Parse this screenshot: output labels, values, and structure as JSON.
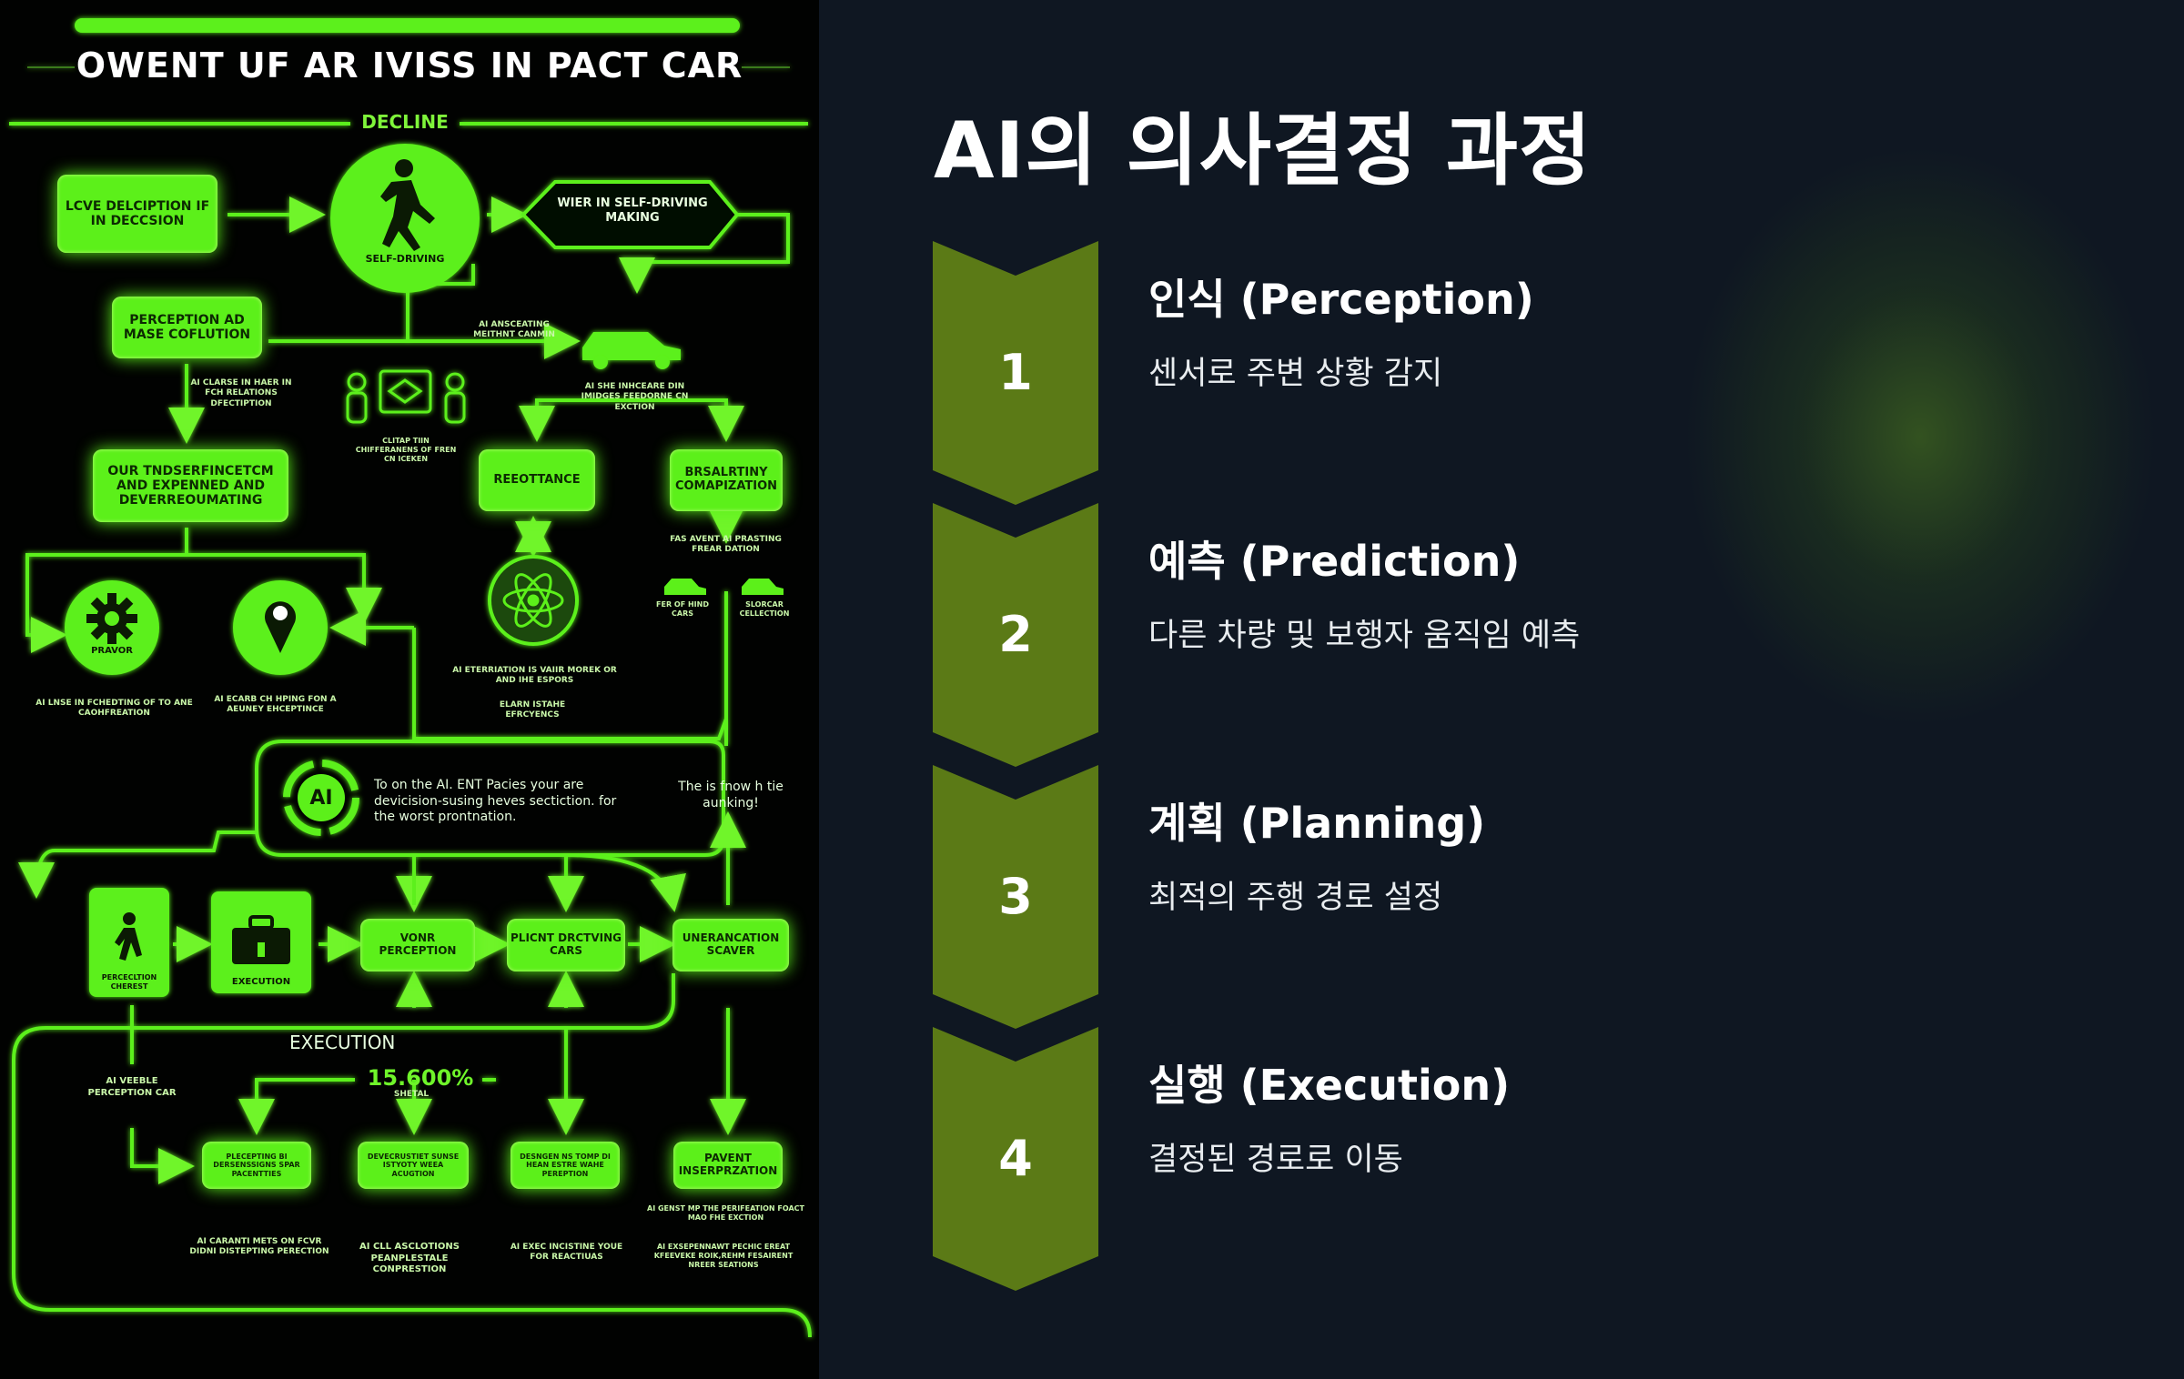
{
  "infographic": {
    "title": "OWENT UF AR IVISS IN PACT CAR",
    "decline": "DECLINE",
    "love_box": "LCVE DELCIPTION IF IN DECCSION",
    "self_driving": "SELF-DRIVING",
    "hex_box": "WIER IN SELF-DRIVING MAKING",
    "perception_box": "PERCEPTION AD MASE COFLUTION",
    "ai_anscating": "AI ANSCEATING MEITHNT CANMIN",
    "ai_clarse": "AI CLARSE IN HAER IN FCH RELATIONS DFECTIPTION",
    "clitar": "CLITAP TIIN CHIFFERANENS OF FREN CN ICEKEN",
    "ai_shi": "AI SHE INHCEARE DIN IMIDGES FEEDORNE CN EXCTION",
    "our_box": "OUR TNDSERFINCETCM AND EXPENNED AND DEVERREOUMATING",
    "reeot_box": "REEOTTANCE",
    "brsalr_box": "BRSALRTINY COMAPIZATION",
    "fas_avent": "FAS AVENT AI PRASTING FREAR DATION",
    "pravor": "PRAVOR",
    "ai_lnse": "AI LNSE IN FCHEDTING OF TO ANE CAOHFREATION",
    "ai_ecarb": "AI ECARB CH HPING FON A AEUNEY EHCEPTINCE",
    "ai_eterriation": "AI ETERRIATION IS VAIIR MOREK OR AND IHE ESPORS",
    "elarn": "ELARN ISTAHE EFRCYENCS",
    "fer_dins": "FER OF HIND CARS",
    "slorcar": "SLORCAR CELLECTION",
    "ai_badge": "AI",
    "ai_card_text": "To on the AI. ENT Pacies your are devicision-susing heves sectiction. for the worst prontnation.",
    "the_is": "The is fnow h tie aunking!",
    "perc_chest": "PERCECLTION CHEREST",
    "execution_icon": "EXECUTION",
    "vonr_box": "VONR PERCEPTION",
    "plicnt_box": "PLICNT DRCTVING CARS",
    "unercan_box": "UNERANCATION SCAVER",
    "execution_label": "EXECUTION",
    "ai_veeble": "AI VEEBLE PERCEPTION CAR",
    "stat_value": "15.600%",
    "stat_sub": "SHETAL",
    "b1": "PLECEPTING BI DERSENSSIGNS SPAR PACENTTIES",
    "b2": "DEVECRUSTIET SUNSE ISTYOTY WEEA ACUGTION",
    "b3": "DESNGEN NS TOMP DI HEAN ESTRE WAHE PEREPTION",
    "b4": "PAVENT INSERPRZATION",
    "ai_genst": "AI GENST MP THE PERIFEATION FOACT MAO FHE EXCTION",
    "ai_caranti": "AI CARANTI METS ON FCVR DIDNI DISTEPTING PERECTION",
    "ai_cll": "AI CLL ASCLOTIONS PEANPLESTALE CONPRESTION",
    "ai_exec": "AI EXEC INCISTINE YOUE FOR REACTIUAS",
    "ai_exsepen": "AI EXSEPENNAWT PECHIC EREAT KFEEVEKE ROIK,REHM FESAIRENT NREER SEATIONS",
    "neon": "#5cf01a"
  },
  "slide": {
    "title": "AI의 의사결정 과정",
    "accent": "#5b7a16",
    "steps": [
      {
        "number": "1",
        "title": "인식 (Perception)",
        "desc": "센서로 주변 상황 감지"
      },
      {
        "number": "2",
        "title": "예측 (Prediction)",
        "desc": "다른 차량 및 보행자 움직임 예측"
      },
      {
        "number": "3",
        "title": "계획 (Planning)",
        "desc": "최적의 주행 경로 설정"
      },
      {
        "number": "4",
        "title": "실행 (Execution)",
        "desc": "결정된 경로로 이동"
      }
    ]
  }
}
